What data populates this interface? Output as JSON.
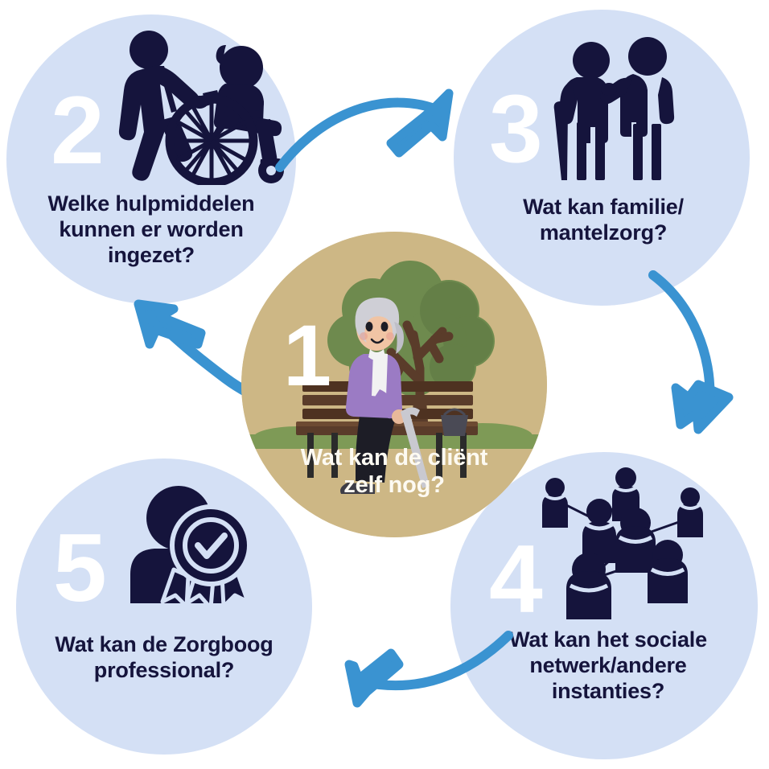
{
  "diagram": {
    "title": "Zorgboog stappenplan cirkel",
    "background_color": "#ffffff",
    "colors": {
      "node_blue": "#d4e0f5",
      "node_gold": "#cdb785",
      "icon_navy": "#15143c",
      "arrow_blue": "#3a93d1",
      "number_white": "#ffffff",
      "label_navy": "#15143c",
      "center_label_cream": "#fdfaf2",
      "tree_green": "#6e8a4e",
      "tree_green_dark": "#5d7742",
      "bench_brown": "#5a3c2a",
      "grass_green": "#7e9a56"
    }
  },
  "nodes": [
    {
      "id": "center",
      "number": "1",
      "label_lines": [
        "Wat kan de cliënt",
        "zelf nog?"
      ],
      "label_text": "Wat kan de cliënt zelf nog?",
      "icon_name": "elderly-person-on-bench-under-tree-illustration",
      "fill": "#cdb785"
    },
    {
      "id": "top-left",
      "number": "2",
      "label_lines": [
        "Welke hulpmiddelen",
        "kunnen er worden",
        "ingezet?"
      ],
      "label_text": "Welke hulpmiddelen kunnen er worden ingezet?",
      "icon_name": "wheelchair-caregiver-icon",
      "fill": "#d4e0f5"
    },
    {
      "id": "top-right",
      "number": "3",
      "label_lines": [
        "Wat kan familie/",
        "mantelzorg?"
      ],
      "label_text": "Wat kan familie/ mantelzorg?",
      "icon_name": "elderly-with-cane-and-helper-icon",
      "fill": "#d4e0f5"
    },
    {
      "id": "bottom-right",
      "number": "4",
      "label_lines": [
        "Wat kan het sociale",
        "netwerk/andere",
        "instanties?"
      ],
      "label_text": "Wat kan het sociale netwerk/andere instanties?",
      "icon_name": "social-network-people-icon",
      "fill": "#d4e0f5"
    },
    {
      "id": "bottom-left",
      "number": "5",
      "label_lines": [
        "Wat kan de Zorgboog",
        "professional?"
      ],
      "label_text": "Wat kan de Zorgboog professional?",
      "icon_name": "professional-person-award-badge-icon",
      "fill": "#d4e0f5"
    }
  ],
  "arrows": [
    {
      "id": "arrow-2-to-3",
      "name": "arrow-top-rightward",
      "from": "2",
      "to": "3",
      "direction": "right"
    },
    {
      "id": "arrow-3-to-4",
      "name": "arrow-right-downward",
      "from": "3",
      "to": "4",
      "direction": "down"
    },
    {
      "id": "arrow-4-to-5",
      "name": "arrow-bottom-leftward",
      "from": "4",
      "to": "5",
      "direction": "left"
    },
    {
      "id": "arrow-5-to-2",
      "name": "arrow-left-upward",
      "from": "5",
      "to": "2",
      "direction": "up"
    }
  ]
}
